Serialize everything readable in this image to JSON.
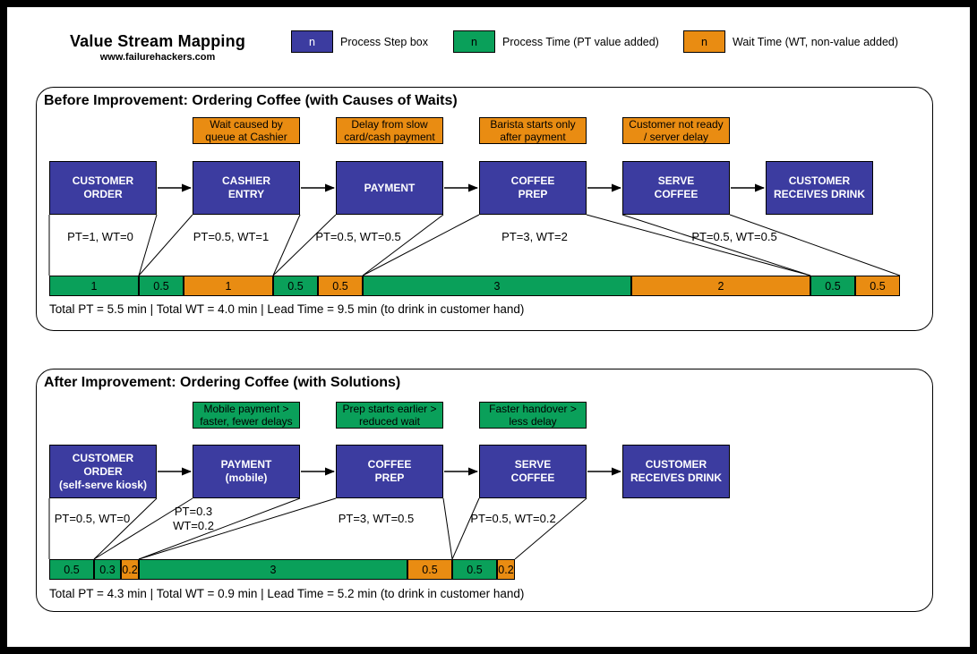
{
  "header": {
    "title": "Value Stream Mapping",
    "subtitle": "www.failurehackers.com",
    "legend": [
      {
        "symbol": "n",
        "label": "Process Step box",
        "color": "#3C3CA0",
        "text_color": "#FFFFFF"
      },
      {
        "symbol": "n",
        "label": "Process Time (PT value added)",
        "color": "#0AA05A",
        "text_color": "#000000"
      },
      {
        "symbol": "n",
        "label": "Wait Time (WT, non-value added)",
        "color": "#E98C12",
        "text_color": "#000000"
      }
    ]
  },
  "colors": {
    "process_box": "#3C3CA0",
    "process_time_green": "#0AA05A",
    "wait_time_orange": "#E98C12",
    "outline": "#000000"
  },
  "sections": [
    {
      "title": "Before Improvement: Ordering Coffee (with Causes of Waits)",
      "callout_color": "#E98C12",
      "callouts": [
        {
          "lines": [
            "Wait caused by",
            "queue at Cashier"
          ]
        },
        {
          "lines": [
            "Delay from slow",
            "card/cash payment"
          ]
        },
        {
          "lines": [
            "Barista starts only",
            "after payment"
          ]
        },
        {
          "lines": [
            "Customer not ready",
            "/ server delay"
          ]
        }
      ],
      "boxes": [
        {
          "lines": [
            "CUSTOMER",
            "ORDER"
          ],
          "pt": 1,
          "wt": 0
        },
        {
          "lines": [
            "CASHIER",
            "ENTRY"
          ],
          "pt": 0.5,
          "wt": 1
        },
        {
          "lines": [
            "PAYMENT"
          ],
          "pt": 0.5,
          "wt": 0.5
        },
        {
          "lines": [
            "COFFEE",
            "PREP"
          ],
          "pt": 3,
          "wt": 2
        },
        {
          "lines": [
            "SERVE",
            "COFFEE"
          ],
          "pt": 0.5,
          "wt": 0.5
        },
        {
          "lines": [
            "CUSTOMER",
            "RECEIVES DRINK"
          ]
        }
      ],
      "pt_wt_labels": [
        {
          "lines": [
            "PT=1, WT=0"
          ]
        },
        {
          "lines": [
            "PT=0.5, WT=1"
          ]
        },
        {
          "lines": [
            "PT=0.5, WT=0.5"
          ]
        },
        {
          "lines": [
            "PT=3, WT=2"
          ]
        },
        {
          "lines": [
            "PT=0.5, WT=0.5"
          ]
        }
      ],
      "timeline": {
        "segments": [
          {
            "value": "1",
            "minutes": 1,
            "type": "pt"
          },
          {
            "value": "0.5",
            "minutes": 0.5,
            "type": "pt"
          },
          {
            "value": "1",
            "minutes": 1,
            "type": "wt"
          },
          {
            "value": "0.5",
            "minutes": 0.5,
            "type": "pt"
          },
          {
            "value": "0.5",
            "minutes": 0.5,
            "type": "wt"
          },
          {
            "value": "3",
            "minutes": 3,
            "type": "pt"
          },
          {
            "value": "2",
            "minutes": 2,
            "type": "wt"
          },
          {
            "value": "0.5",
            "minutes": 0.5,
            "type": "pt"
          },
          {
            "value": "0.5",
            "minutes": 0.5,
            "type": "wt"
          }
        ]
      },
      "totals": "Total PT = 5.5 min | Total WT = 4.0 min | Lead Time = 9.5 min (to drink in customer hand)"
    },
    {
      "title": "After Improvement: Ordering Coffee (with Solutions)",
      "callout_color": "#0AA05A",
      "callouts": [
        {
          "lines": [
            "Mobile payment >",
            "faster, fewer delays"
          ]
        },
        {
          "lines": [
            "Prep starts earlier >",
            "reduced wait"
          ]
        },
        {
          "lines": [
            "Faster handover >",
            "less delay"
          ]
        }
      ],
      "boxes": [
        {
          "lines": [
            "CUSTOMER",
            "ORDER",
            "(self-serve kiosk)"
          ],
          "pt": 0.5,
          "wt": 0
        },
        {
          "lines": [
            "PAYMENT",
            "(mobile)"
          ],
          "pt": 0.3,
          "wt": 0.2
        },
        {
          "lines": [
            "COFFEE",
            "PREP"
          ],
          "pt": 3,
          "wt": 0.5
        },
        {
          "lines": [
            "SERVE",
            "COFFEE"
          ],
          "pt": 0.5,
          "wt": 0.2
        },
        {
          "lines": [
            "CUSTOMER",
            "RECEIVES DRINK"
          ]
        }
      ],
      "pt_wt_labels": [
        {
          "lines": [
            "PT=0.5, WT=0"
          ]
        },
        {
          "lines": [
            "PT=0.3",
            "WT=0.2"
          ]
        },
        {
          "lines": [
            "PT=3, WT=0.5"
          ]
        },
        {
          "lines": [
            "PT=0.5, WT=0.2"
          ]
        }
      ],
      "timeline": {
        "segments": [
          {
            "value": "0.5",
            "minutes": 0.5,
            "type": "pt"
          },
          {
            "value": "0.3",
            "minutes": 0.3,
            "type": "pt"
          },
          {
            "value": "0.2",
            "minutes": 0.2,
            "type": "wt"
          },
          {
            "value": "3",
            "minutes": 3,
            "type": "pt"
          },
          {
            "value": "0.5",
            "minutes": 0.5,
            "type": "wt"
          },
          {
            "value": "0.5",
            "minutes": 0.5,
            "type": "pt"
          },
          {
            "value": "0.2",
            "minutes": 0.2,
            "type": "wt"
          }
        ]
      },
      "totals": "Total PT = 4.3 min | Total WT = 0.9 min | Lead Time = 5.2 min (to drink in customer hand)"
    }
  ]
}
